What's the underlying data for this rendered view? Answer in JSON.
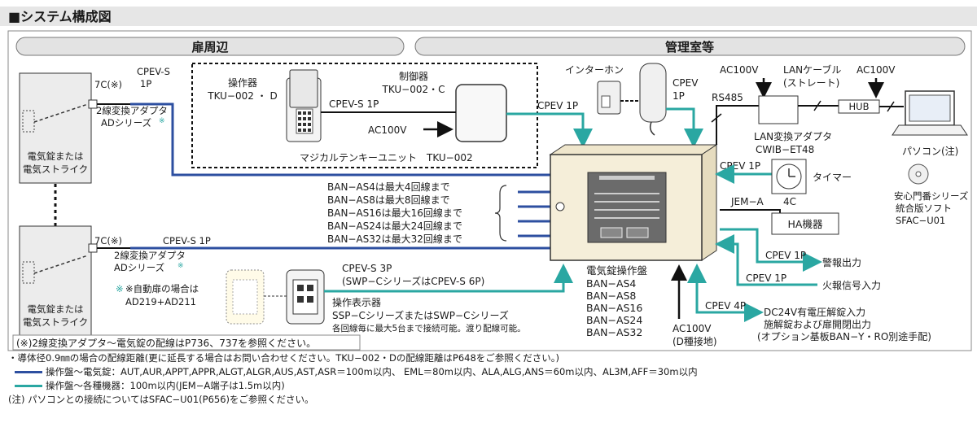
{
  "header": {
    "title": "■システム構成図"
  },
  "sections": {
    "left": "扉周辺",
    "right": "管理室等"
  },
  "colors": {
    "blue": "#2d4fa0",
    "teal": "#2aa7a2",
    "title_blue": "#1f5fb5",
    "panel": "#f5eed9"
  },
  "door": {
    "lock_label_1": "電気錠または",
    "lock_label_2": "電気ストライク",
    "c7_1": "7C(※)",
    "cable_top_1": "CPEV-S",
    "cable_top_2": "1P",
    "adapter_1": "2線変換アダプタ",
    "adapter_2": "ADシリーズ",
    "c7_2": "7C(※)",
    "cable_bottom": "CPEV-S 1P",
    "adapter_3": "2線変換アダプタ",
    "adapter_4": "ADシリーズ",
    "auto_door_1": "※自動扉の場合は",
    "auto_door_2": "AD219+AD211"
  },
  "tenkey": {
    "op_label_1": "操作器",
    "op_label_2": "TKU−002 ・ D",
    "ctrl_label_1": "制御器",
    "ctrl_label_2": "TKU−002・C",
    "cable": "CPEV-S 1P",
    "ac": "AC100V",
    "unit_name": "マジカルテンキーユニット　TKU−002"
  },
  "indicator": {
    "cable_1": "CPEV-S 3P",
    "cable_2": "(SWP−CシリーズはCPEV-S 6P)",
    "name_1": "操作表示器",
    "name_2": "SSP−CシリーズまたはSWP−Cシリーズ",
    "name_3": "各回線毎に最大5台まで接続可能。渡り配線可能。"
  },
  "bus": {
    "items": [
      "BAN−AS4は最大4回線まで",
      "BAN−AS8は最大8回線まで",
      "BAN−AS16は最大16回線まで",
      "BAN−AS24は最大24回線まで",
      "BAN−AS32は最大32回線まで"
    ]
  },
  "panel": {
    "name": "電気錠操作盤",
    "models": [
      "BAN−AS4",
      "BAN−AS8",
      "BAN−AS16",
      "BAN−AS24",
      "BAN−AS32"
    ]
  },
  "mgmt": {
    "intercom": "インターホン",
    "cpev_1p_a": "CPEV 1P",
    "cpev_b_1": "CPEV",
    "cpev_b_2": "1P",
    "ac100v_1": "AC100V",
    "lan_cable_1": "LANケーブル",
    "lan_cable_2": "(ストレート)",
    "ac100v_2": "AC100V",
    "rs485": "RS485",
    "hub": "HUB",
    "lan_adapter_1": "LAN変換アダプタ",
    "lan_adapter_2": "CWIB−ET48",
    "pc": "パソコン(注)",
    "soft_1": "安心門番シリーズ",
    "soft_2": "統合版ソフト",
    "soft_3": "SFAC−U01",
    "cpev_timer": "CPEV 1P",
    "timer": "タイマー",
    "timer_4c": "4C",
    "jem": "JEM−A",
    "ha": "HA機器",
    "cpev_alarm": "CPEV 1P",
    "alarm": "警報出力",
    "cpev_fire": "CPEV 1P",
    "fire": "火報信号入力",
    "cpev_4p": "CPEV 4P",
    "dc24_1": "DC24V有電圧解錠入力",
    "dc24_2": "施解錠および扉開閉出力",
    "dc24_3": "(オプション基板BAN−Y・RO別途手配)",
    "ac_bottom_1": "AC100V",
    "ac_bottom_2": "(D種接地)"
  },
  "footnote_box": "(※)2線変換アダプタ〜電気錠の配線はP736、737を参照ください。",
  "notes": {
    "line1": "・導体径0.9㎜の場合の配線距離(更に延長する場合はお問い合わせください。TKU−002・Dの配線距離はP648をご参照ください。)",
    "line2": "操作盤〜電気錠：AUT,AUR,APPT,APPR,ALGT,ALGR,AUS,AST,ASR＝100m以内、 EML＝80m以内、ALA,ALG,ANS＝60m以内、AL3M,AFF＝30m以内",
    "line3": "操作盤〜各種機器：100m以内(JEM−A端子は1.5m以内)",
    "line4": "(注) パソコンとの接続についてはSFAC−U01(P656)をご参照ください。"
  }
}
